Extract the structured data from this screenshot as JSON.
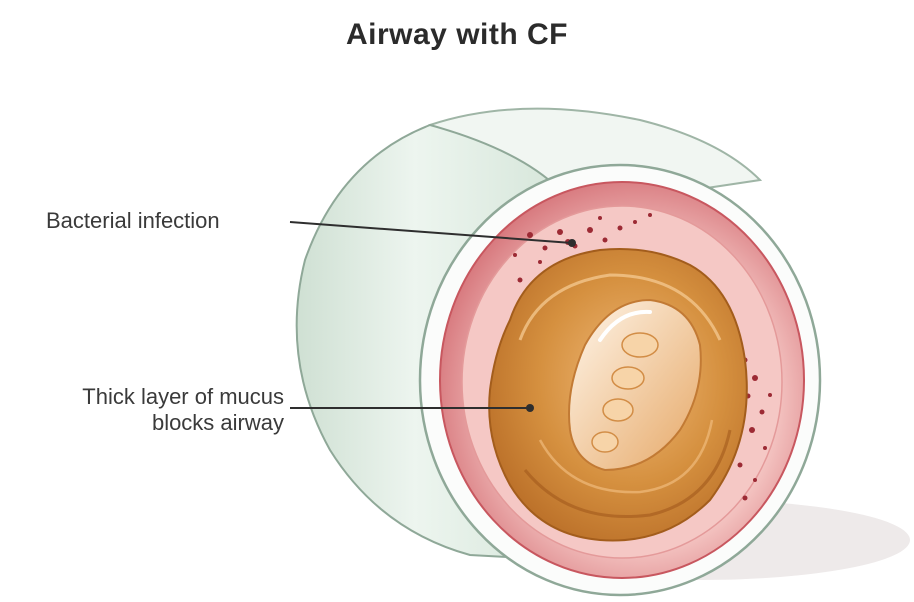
{
  "title": "Airway with CF",
  "labels": {
    "bacterial_infection": "Bacterial infection",
    "mucus_line1": "Thick layer of mucus",
    "mucus_line2": "blocks airway"
  },
  "colors": {
    "airway_wall": "#e8f1ea",
    "airway_shade": "#c7d9cc",
    "inner_lining": "#d9737a",
    "lining_light": "#f1b9b9",
    "mucus": "#d2883a",
    "mucus_dark": "#b86a22",
    "bacteria": "#9c2a34"
  }
}
